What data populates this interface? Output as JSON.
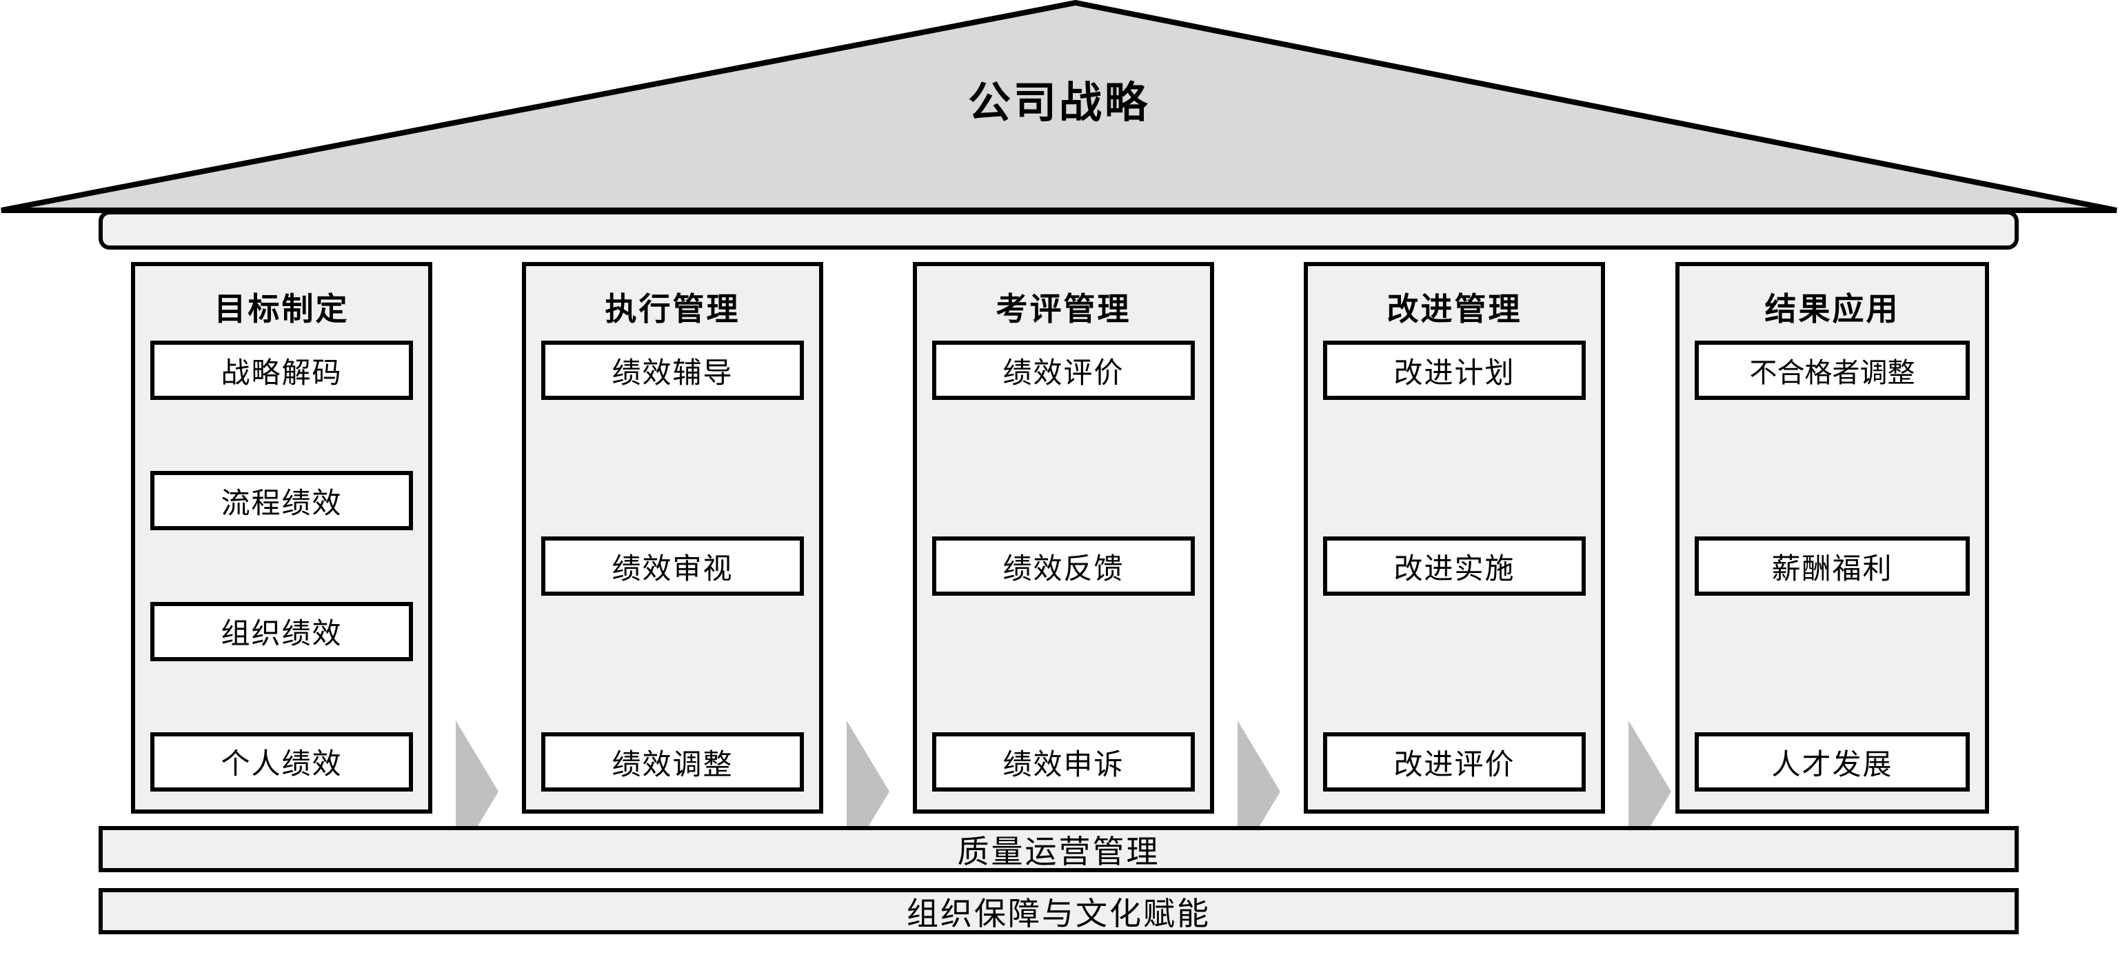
{
  "diagram": {
    "roof": {
      "title": "公司战略",
      "fill_color": "#d9d9d9",
      "stroke_color": "#000000"
    },
    "beam": {
      "label": "",
      "fill_color": "#f0f0f0"
    },
    "arrow": {
      "icon": "right-triangle-arrow-icon",
      "color": "#c0c0c0",
      "count": 4
    },
    "pillars": [
      {
        "title": "目标制定",
        "items": [
          "战略解码",
          "流程绩效",
          "组织绩效",
          "个人绩效"
        ]
      },
      {
        "title": "执行管理",
        "items": [
          "绩效辅导",
          "绩效审视",
          "绩效调整"
        ]
      },
      {
        "title": "考评管理",
        "items": [
          "绩效评价",
          "绩效反馈",
          "绩效申诉"
        ]
      },
      {
        "title": "改进管理",
        "items": [
          "改进计划",
          "改进实施",
          "改进评价"
        ]
      },
      {
        "title": "结果应用",
        "items": [
          "不合格者调整",
          "薪酬福利",
          "人才发展"
        ]
      }
    ],
    "foundations": [
      "质量运营管理",
      "组织保障与文化赋能"
    ],
    "colors": {
      "pillar_fill": "#f0f0f0",
      "item_fill": "#ffffff",
      "border": "#000000",
      "roof_fill": "#d9d9d9",
      "arrow_fill": "#c0c0c0"
    }
  }
}
